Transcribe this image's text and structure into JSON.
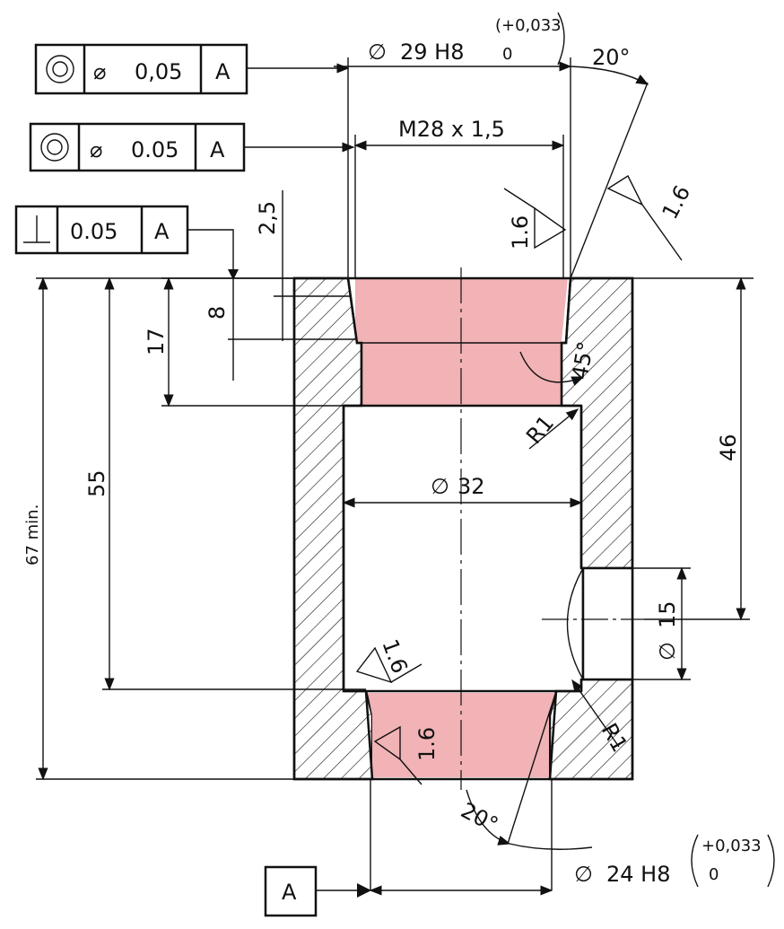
{
  "tolerance_frames": {
    "concentricity_1": {
      "symbol": "concentricity-symbol",
      "diameter_symbol": "⌀",
      "tolerance": "0,05",
      "datum": "A"
    },
    "concentricity_2": {
      "symbol": "concentricity-symbol",
      "diameter_symbol": "⌀",
      "tolerance": "0.05",
      "datum": "A"
    },
    "perpendicularity": {
      "symbol": "perpendicularity-symbol",
      "tolerance": "0.05",
      "datum": "A"
    }
  },
  "datum": {
    "label": "A"
  },
  "dimensions": {
    "bore_top": {
      "diameter_symbol": "∅",
      "value": "29 H8",
      "tol_upper": "(+0,033",
      "tol_lower": "0"
    },
    "thread": "M28 x 1,5",
    "bore_mid": "32",
    "bore_bottom": {
      "diameter_symbol": "∅",
      "value": "24 H8",
      "tol_upper": "+0,033",
      "tol_lower": "0"
    },
    "cross_hole": "15",
    "angle_top": "20°",
    "angle_bottom": "20°",
    "chamfer": "45°",
    "radius_top": "R1",
    "radius_bottom": "R1",
    "d_2_5": "2,5",
    "d_8": "8",
    "d_17": "17",
    "d_55": "55",
    "d_67": "67 min.",
    "d_46": "46"
  },
  "surface_finish": {
    "top_right": "1.6",
    "thread_bore": "1.6",
    "bottom_cone": "1.6",
    "bore_bottom_edge": "1.6"
  }
}
